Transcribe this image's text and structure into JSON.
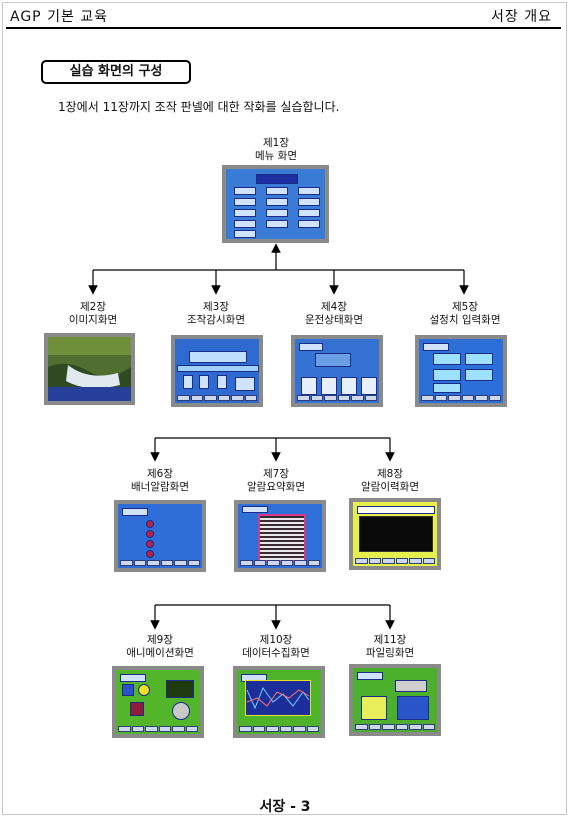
{
  "header": {
    "left": "AGP 기본 교육",
    "right": "서장 개요"
  },
  "section_title": "실습 화면의 구성",
  "intro": "1장에서 11장까지 조작 판넬에 대한 작화를 실습합니다.",
  "chapters": [
    {
      "num": "제1장",
      "name": "메뉴 화면"
    },
    {
      "num": "제2장",
      "name": "이미지화면"
    },
    {
      "num": "제3장",
      "name": "조작감시화면"
    },
    {
      "num": "제4장",
      "name": "운전상태화면"
    },
    {
      "num": "제5장",
      "name": "설정치 입력화면"
    },
    {
      "num": "제6장",
      "name": "배너알람화면"
    },
    {
      "num": "제7장",
      "name": "알람요약화면"
    },
    {
      "num": "제8장",
      "name": "알람이력화면"
    },
    {
      "num": "제9장",
      "name": "애니메이션화면"
    },
    {
      "num": "제10장",
      "name": "데이터수집화면"
    },
    {
      "num": "제11장",
      "name": "파일링화면"
    }
  ],
  "footer": "서장 - 3"
}
